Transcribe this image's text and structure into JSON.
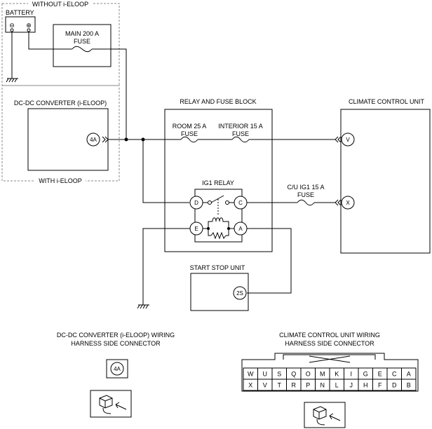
{
  "labels": {
    "without_ieloop": "WITHOUT i-ELOOP",
    "with_ieloop": "WITH i-ELOOP",
    "battery": "BATTERY",
    "battery_neg": "⊖",
    "battery_pos": "⊕",
    "main_fuse_1": "MAIN 200 A",
    "main_fuse_2": "FUSE",
    "dcdc_converter": "DC-DC CONVERTER (i-ELOOP)",
    "relay_fuse_block": "RELAY AND FUSE BLOCK",
    "room_fuse_1": "ROOM 25 A",
    "room_fuse_2": "FUSE",
    "interior_fuse_1": "INTERIOR 15 A",
    "interior_fuse_2": "FUSE",
    "ig1_relay": "IG1 RELAY",
    "cu_fuse_1": "C/U IG1 15 A",
    "cu_fuse_2": "FUSE",
    "climate_unit": "CLIMATE CONTROL UNIT",
    "start_stop_unit": "START STOP UNIT",
    "dcdc_connector_1": "DC-DC CONVERTER (i-ELOOP) WIRING",
    "dcdc_connector_2": "HARNESS SIDE CONNECTOR",
    "climate_connector_1": "CLIMATE CONTROL UNIT WIRING",
    "climate_connector_2": "HARNESS SIDE CONNECTOR"
  },
  "terminals": {
    "dcdc": "4A",
    "relay_d": "D",
    "relay_c": "C",
    "relay_e": "E",
    "relay_a": "A",
    "climate_v": "V",
    "climate_x": "X",
    "start_stop": "2S",
    "connector_dcdc": "4A"
  },
  "connector_pins": {
    "top_row": [
      "W",
      "U",
      "S",
      "Q",
      "O",
      "M",
      "K",
      "I",
      "G",
      "E",
      "C",
      "A"
    ],
    "bottom_row": [
      "X",
      "V",
      "T",
      "R",
      "P",
      "N",
      "L",
      "J",
      "H",
      "F",
      "D",
      "B"
    ]
  }
}
